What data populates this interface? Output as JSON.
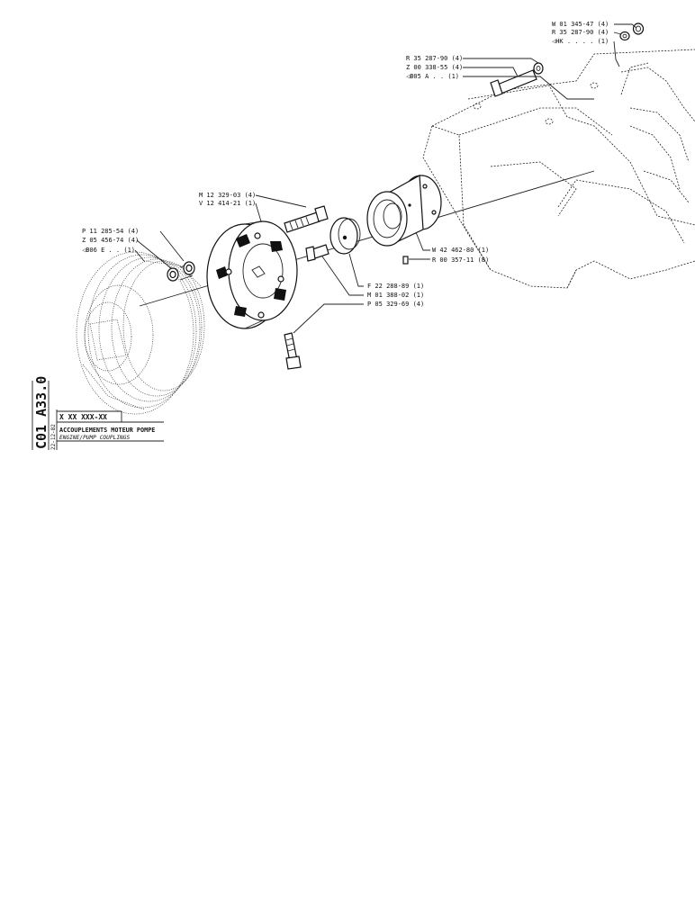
{
  "callouts": [
    {
      "id": "w01345",
      "text": "W 01 345-47 (4)"
    },
    {
      "id": "r35287a",
      "text": "R 35 287-90 (4)"
    },
    {
      "id": "hk",
      "text": "◁HK . . . . (1)"
    },
    {
      "id": "r35287b",
      "text": "R 35 287-90 (4)"
    },
    {
      "id": "z00338",
      "text": "Z 00 338-55 (4)"
    },
    {
      "id": "b05",
      "text": "◁B05 A . . (1)"
    },
    {
      "id": "m12329",
      "text": "M 12 329-03 (4)"
    },
    {
      "id": "v12414",
      "text": "V 12 414-21 (1)"
    },
    {
      "id": "p11285",
      "text": "P 11 285-54 (4)"
    },
    {
      "id": "z05456",
      "text": "Z 05 456-74 (4)"
    },
    {
      "id": "b06",
      "text": "◁B06 E . . (1)"
    },
    {
      "id": "w42462",
      "text": "W 42 462-80 (1)"
    },
    {
      "id": "r00357",
      "text": "R 00 357-11 (8)"
    },
    {
      "id": "f22288",
      "text": "F 22 288-89 (1)"
    },
    {
      "id": "m01388",
      "text": "M 01 388-02 (1)"
    },
    {
      "id": "p05329",
      "text": "P 05 329-69 (4)"
    }
  ],
  "title_block": {
    "ref_code": "C01 A33.0",
    "side_code": "22-12-82",
    "code": "X XX XXX-XX",
    "title_fr": "ACCOUPLEMENTS MOTEUR POMPE",
    "title_en": "ENGINE/PUMP COUPLINGS"
  }
}
